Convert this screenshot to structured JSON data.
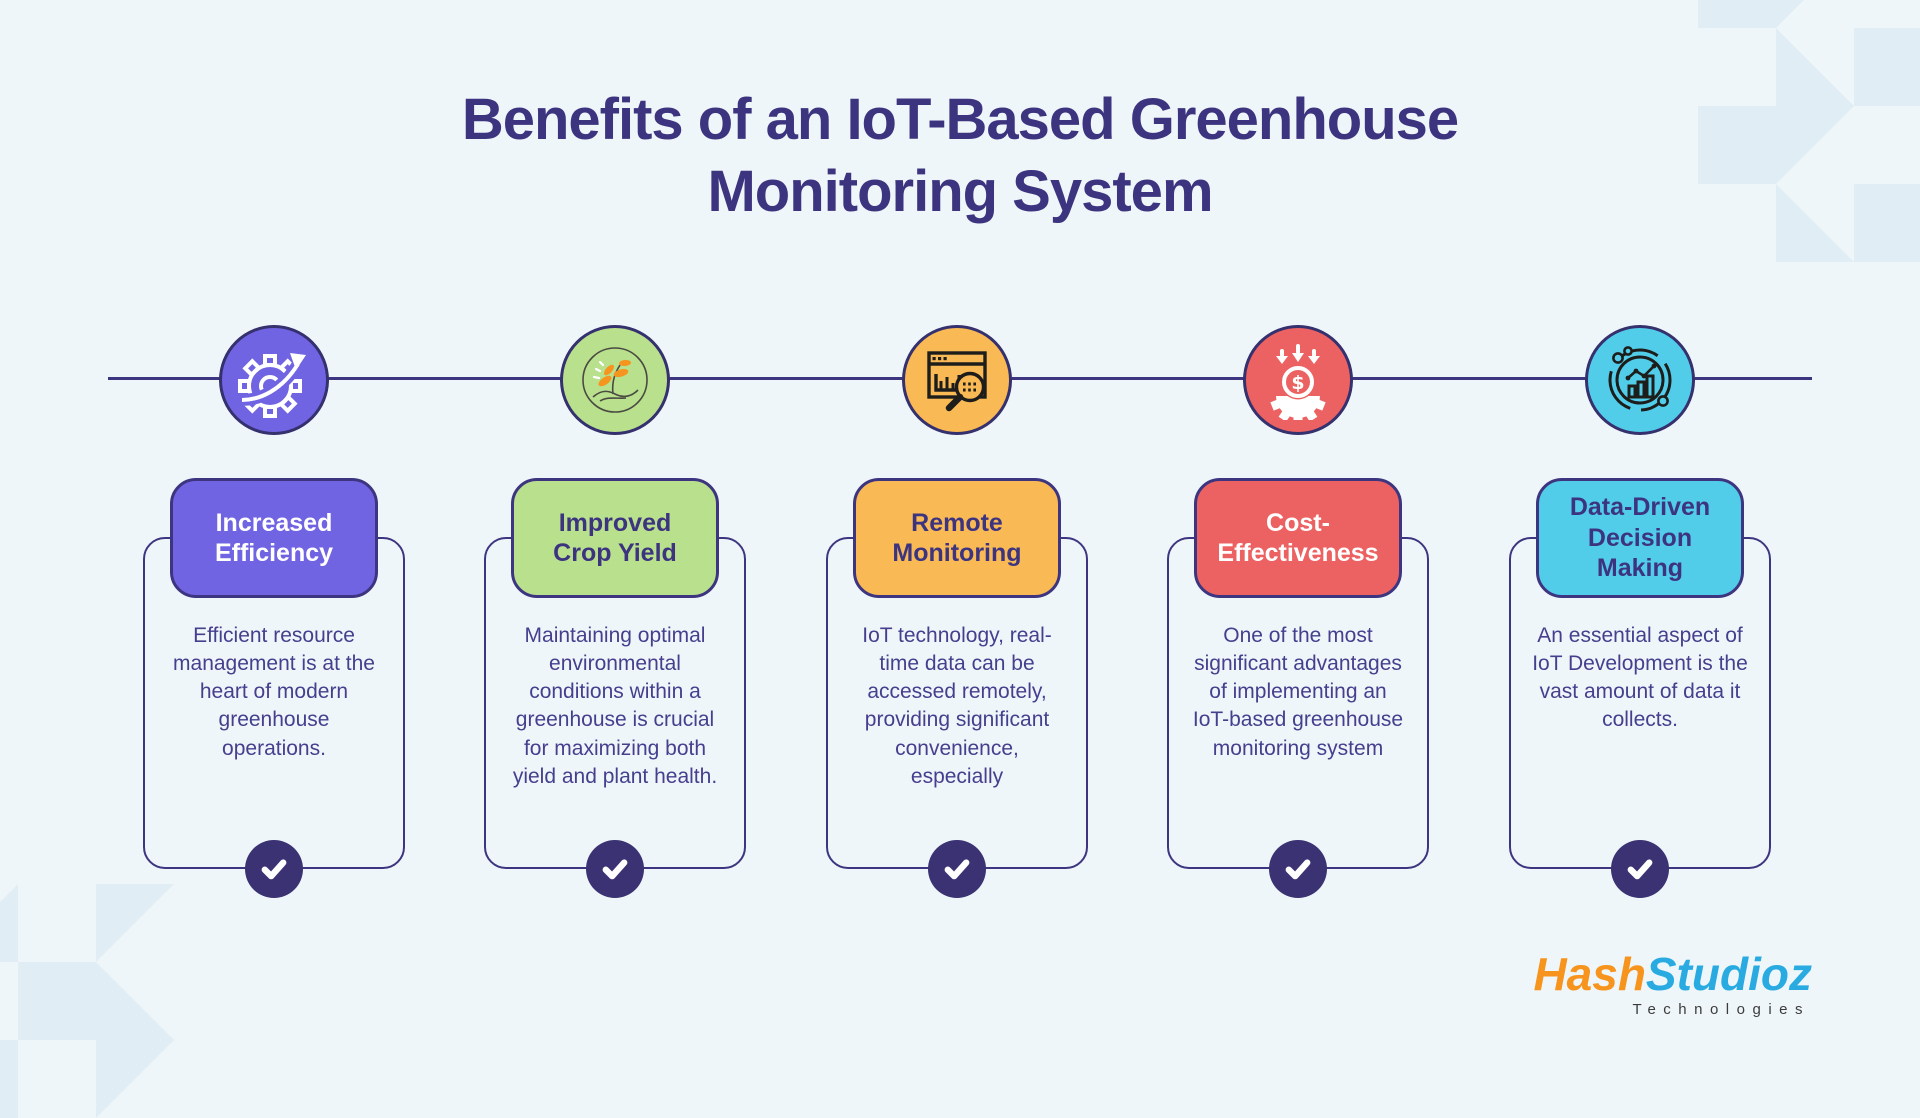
{
  "page": {
    "background_color": "#EFF6F9",
    "pattern_color": "#E1EDF4"
  },
  "title": {
    "text": "Benefits of an IoT-Based Greenhouse Monitoring System",
    "color": "#3D3480"
  },
  "timeline": {
    "color": "#3D3580"
  },
  "benefits": [
    {
      "title": "Increased\nEfficiency",
      "description": "Efficient resource management is at the heart of modern greenhouse operations.",
      "accent_color": "#7164E3",
      "title_text_color": "#FFFFFF",
      "icon": "gear-growth-arrow-icon"
    },
    {
      "title": "Improved\nCrop Yield",
      "description": "Maintaining optimal environmental conditions within a greenhouse is crucial for maximizing both yield and plant health.",
      "accent_color": "#B9E08D",
      "title_text_color": "#3D3480",
      "icon": "hand-plant-icon"
    },
    {
      "title": "Remote\nMonitoring",
      "description": "IoT technology, real-time data can be accessed remotely, providing significant convenience, especially",
      "accent_color": "#F9B954",
      "title_text_color": "#3D3480",
      "icon": "dashboard-magnifier-icon"
    },
    {
      "title": "Cost-\nEffectiveness",
      "description": "One of the most significant advantages of implementing an IoT-based greenhouse monitoring system",
      "accent_color": "#EC6262",
      "title_text_color": "#FFFFFF",
      "icon": "dollar-gear-savings-icon"
    },
    {
      "title": "Data-Driven\nDecision\nMaking",
      "description": "An essential aspect of IoT Development is the vast amount of data it collects.",
      "accent_color": "#52CDE9",
      "title_text_color": "#3D3480",
      "icon": "analytics-chart-icon"
    }
  ],
  "checkmark": {
    "symbol": "✓",
    "circle_color": "#3A3273",
    "check_color": "#FFFFFF"
  },
  "logo": {
    "word1": "Hash",
    "word1_color": "#F6941E",
    "word2": "Studioz",
    "word2_color": "#29ABE2",
    "subtitle": "Technologies",
    "subtitle_color": "#3C3C3C"
  }
}
